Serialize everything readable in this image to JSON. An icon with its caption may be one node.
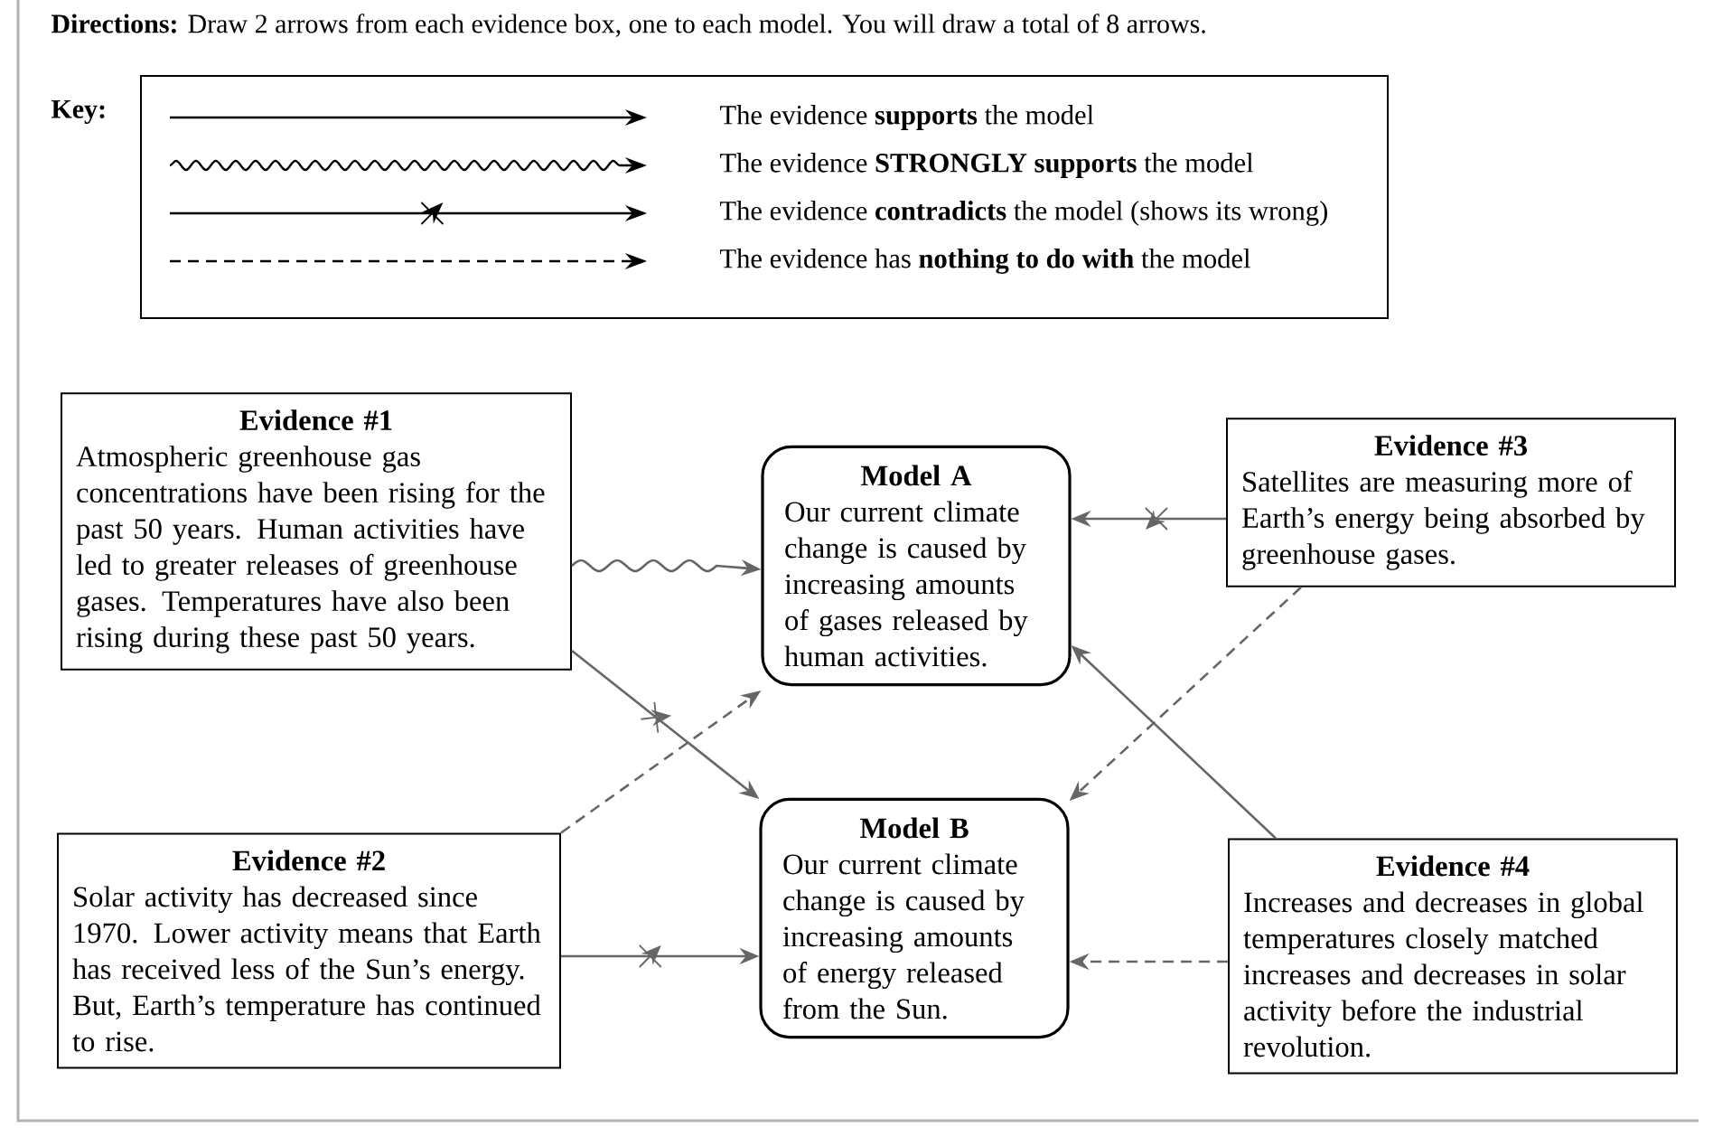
{
  "diagram": {
    "nodes": [
      {
        "text": [
          "Evidence #1",
          "Atmospheric greenhouse gas concentrations have been rising for the past 50 years. Human activities have led to greater releases of greenhouse gases. Temperatures have also been rising during these past 50 years."
        ]
      },
      {
        "text": [
          "Model A",
          "Our current climate change is caused by increasing amounts of gases released by human activities."
        ]
      },
      {
        "text": [
          "Evidence #3",
          "Satellites are measuring more of Earth’s energy being absorbed by greenhouse gases."
        ]
      },
      {
        "text": [
          "Evidence #2",
          "Solar activity has decreased since 1970. Lower activity means that Earth has received less of the Sun’s energy. But, Earth’s temperature has continued to rise."
        ]
      },
      {
        "text": [
          "Model B",
          "Our current climate change is caused by increasing amounts of energy released from the Sun."
        ]
      },
      {
        "text": [
          "Evidence #4",
          "Increases and decreases in global temperatures closely matched increases and decreases in solar activity before the industrial revolution."
        ]
      }
    ],
    "edges": [
      {
        "from": 0,
        "to": 1,
        "arrow": "to"
      },
      {
        "from": 0,
        "to": 4,
        "arrow": "to"
      },
      {
        "from": 3,
        "to": 1,
        "arrow": "to",
        "style": "dashed"
      },
      {
        "from": 3,
        "to": 4,
        "arrow": "to"
      },
      {
        "from": 2,
        "to": 1,
        "arrow": "to"
      },
      {
        "from": 2,
        "to": 4,
        "arrow": "to",
        "style": "dashed"
      },
      {
        "from": 5,
        "to": 1,
        "arrow": "to"
      },
      {
        "from": 5,
        "to": 4,
        "arrow": "to",
        "style": "dashed"
      }
    ],
    "labels": [
      "**Directions:** Draw 2 arrows from each evidence box, one to each model. You will draw a total of 8 arrows.",
      "Key:"
    ],
    "legend": [
      {
        "text": "The evidence **supports** the model"
      },
      {
        "text": "The evidence **STRONGLY supports** the model"
      },
      {
        "text": "The evidence **contradicts** the model (shows its wrong)"
      },
      {
        "text": "The evidence has **nothing to do with** the model"
      }
    ]
  }
}
